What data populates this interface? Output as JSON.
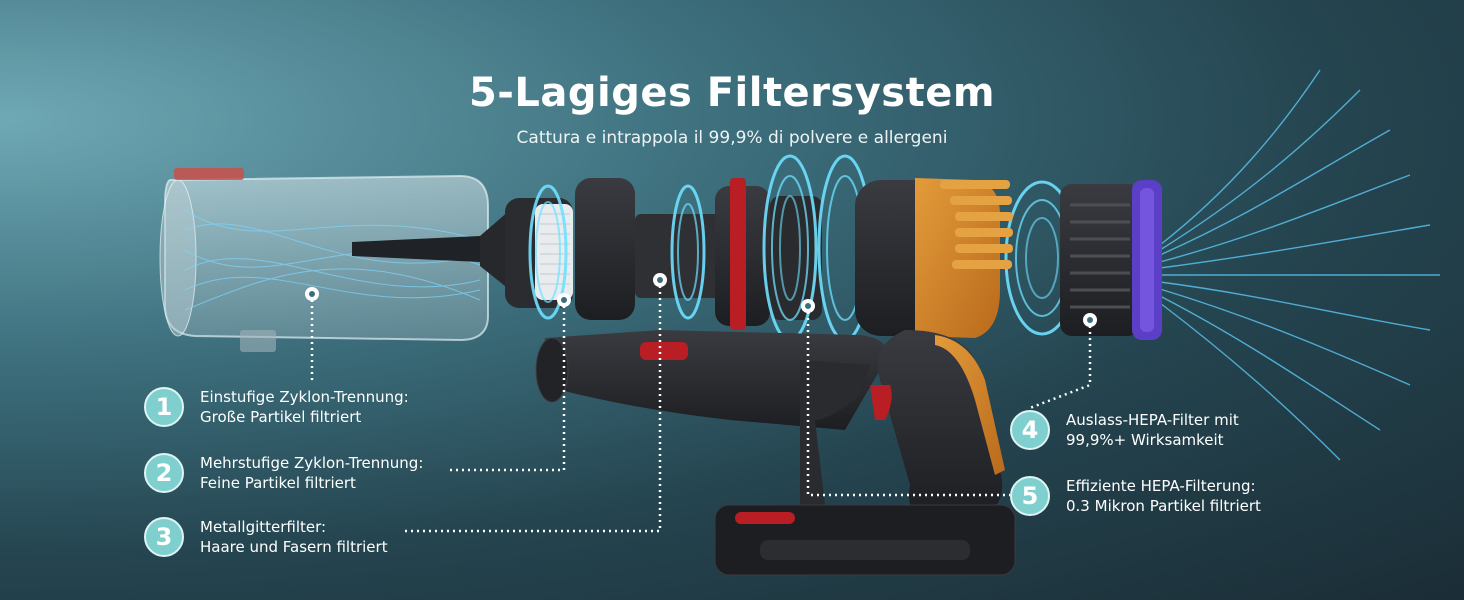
{
  "header": {
    "title": "5-Lagiges Filtersystem",
    "subtitle": "Cattura e intrappola il 99,9% di polvere e allergeni"
  },
  "callouts": [
    {
      "number": "1",
      "line1": "Einstufige Zyklon-Trennung:",
      "line2": "Große Partikel filtriert"
    },
    {
      "number": "2",
      "line1": "Mehrstufige Zyklon-Trennung:",
      "line2": "Feine Partikel filtriert"
    },
    {
      "number": "3",
      "line1": "Metallgitterfilter:",
      "line2": "Haare und Fasern filtriert"
    },
    {
      "number": "4",
      "line1": "Auslass-HEPA-Filter mit",
      "line2": "99,9%+ Wirksamkeit"
    },
    {
      "number": "5",
      "line1": "Effiziente HEPA-Filterung:",
      "line2": "0.3 Mikron Partikel filtriert"
    }
  ],
  "colors": {
    "accent_teal": "#7fcfcf",
    "airflow_blue": "#4fc8ff",
    "body_orange": "#d98a2b",
    "body_dark": "#2b2b2e",
    "trigger_red": "#b81e24"
  }
}
